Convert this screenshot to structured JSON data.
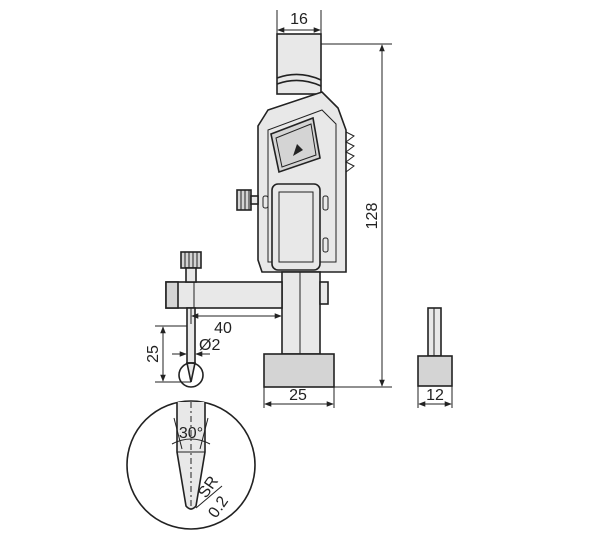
{
  "drawing": {
    "width_top_label": "16",
    "height_label": "128",
    "arm_length_label": "40",
    "base_width_label": "25",
    "stylus_length_label": "25",
    "stylus_diameter_label": "Ø2",
    "tip_angle_label": "30°",
    "tip_radius_label_line1": "SR",
    "tip_radius_label_line2": "0.2",
    "side_base_label": "12"
  }
}
